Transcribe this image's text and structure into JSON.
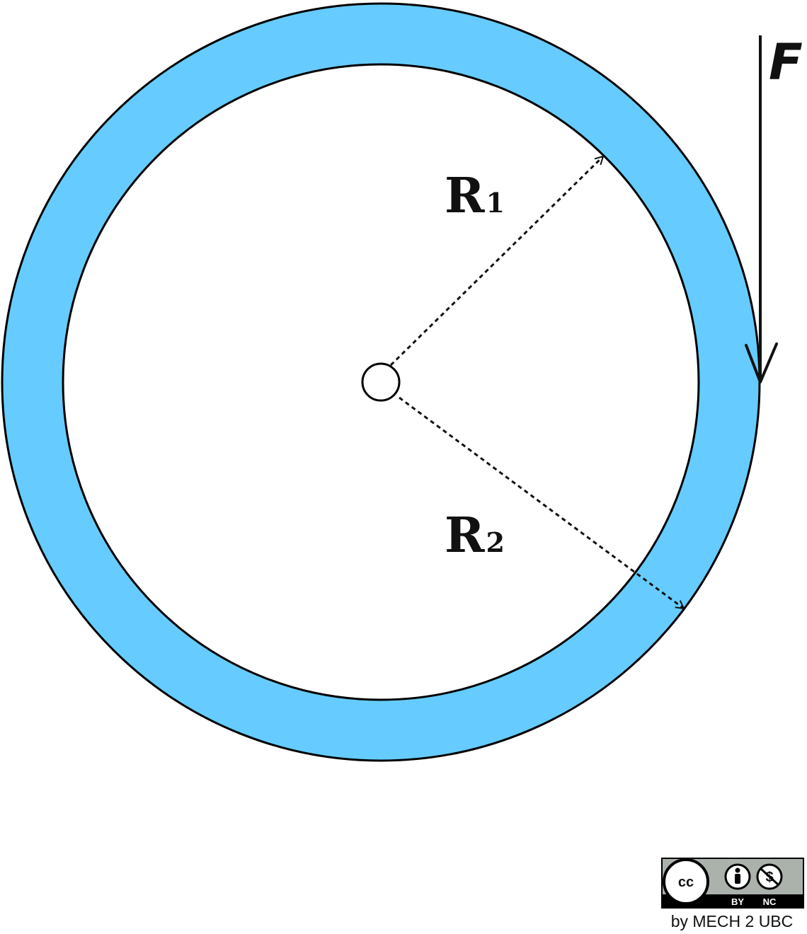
{
  "labels": {
    "inner_radius": "R",
    "inner_radius_sub": "1",
    "outer_radius": "R",
    "outer_radius_sub": "2",
    "force": "F"
  },
  "license": {
    "cc_text": "cc",
    "by_text": "BY",
    "nc_text": "NC",
    "credit": "by MECH 2 UBC"
  },
  "colors": {
    "ring_fill": "#66CCFF",
    "stroke": "#000000",
    "background": "#FFFFFF"
  },
  "icons": {
    "cc": "creative-commons-icon",
    "by": "attribution-person-icon",
    "nc": "non-commercial-dollar-icon"
  }
}
